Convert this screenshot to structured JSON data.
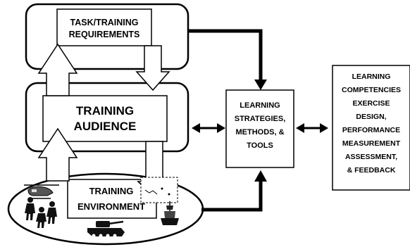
{
  "diagram": {
    "task_box": {
      "lines": [
        "TASK/TRAINING",
        "REQUIREMENTS"
      ]
    },
    "audience_box": {
      "lines": [
        "TRAINING",
        "AUDIENCE"
      ]
    },
    "environment_box": {
      "lines": [
        "TRAINING",
        "ENVIRONMENT"
      ]
    },
    "strategies_box": {
      "lines": [
        "LEARNING",
        "STRATEGIES,",
        "METHODS, &",
        "TOOLS"
      ]
    },
    "competencies_box": {
      "lines": [
        "LEARNING",
        "COMPETENCIES",
        "EXERCISE",
        "DESIGN,",
        "PERFORMANCE",
        "MEASUREMENT",
        "ASSESSMENT,",
        "& FEEDBACK"
      ]
    },
    "icons": [
      "helicopter-icon",
      "map-icon",
      "soldiers-icon",
      "tank-icon",
      "ship-icon"
    ]
  }
}
